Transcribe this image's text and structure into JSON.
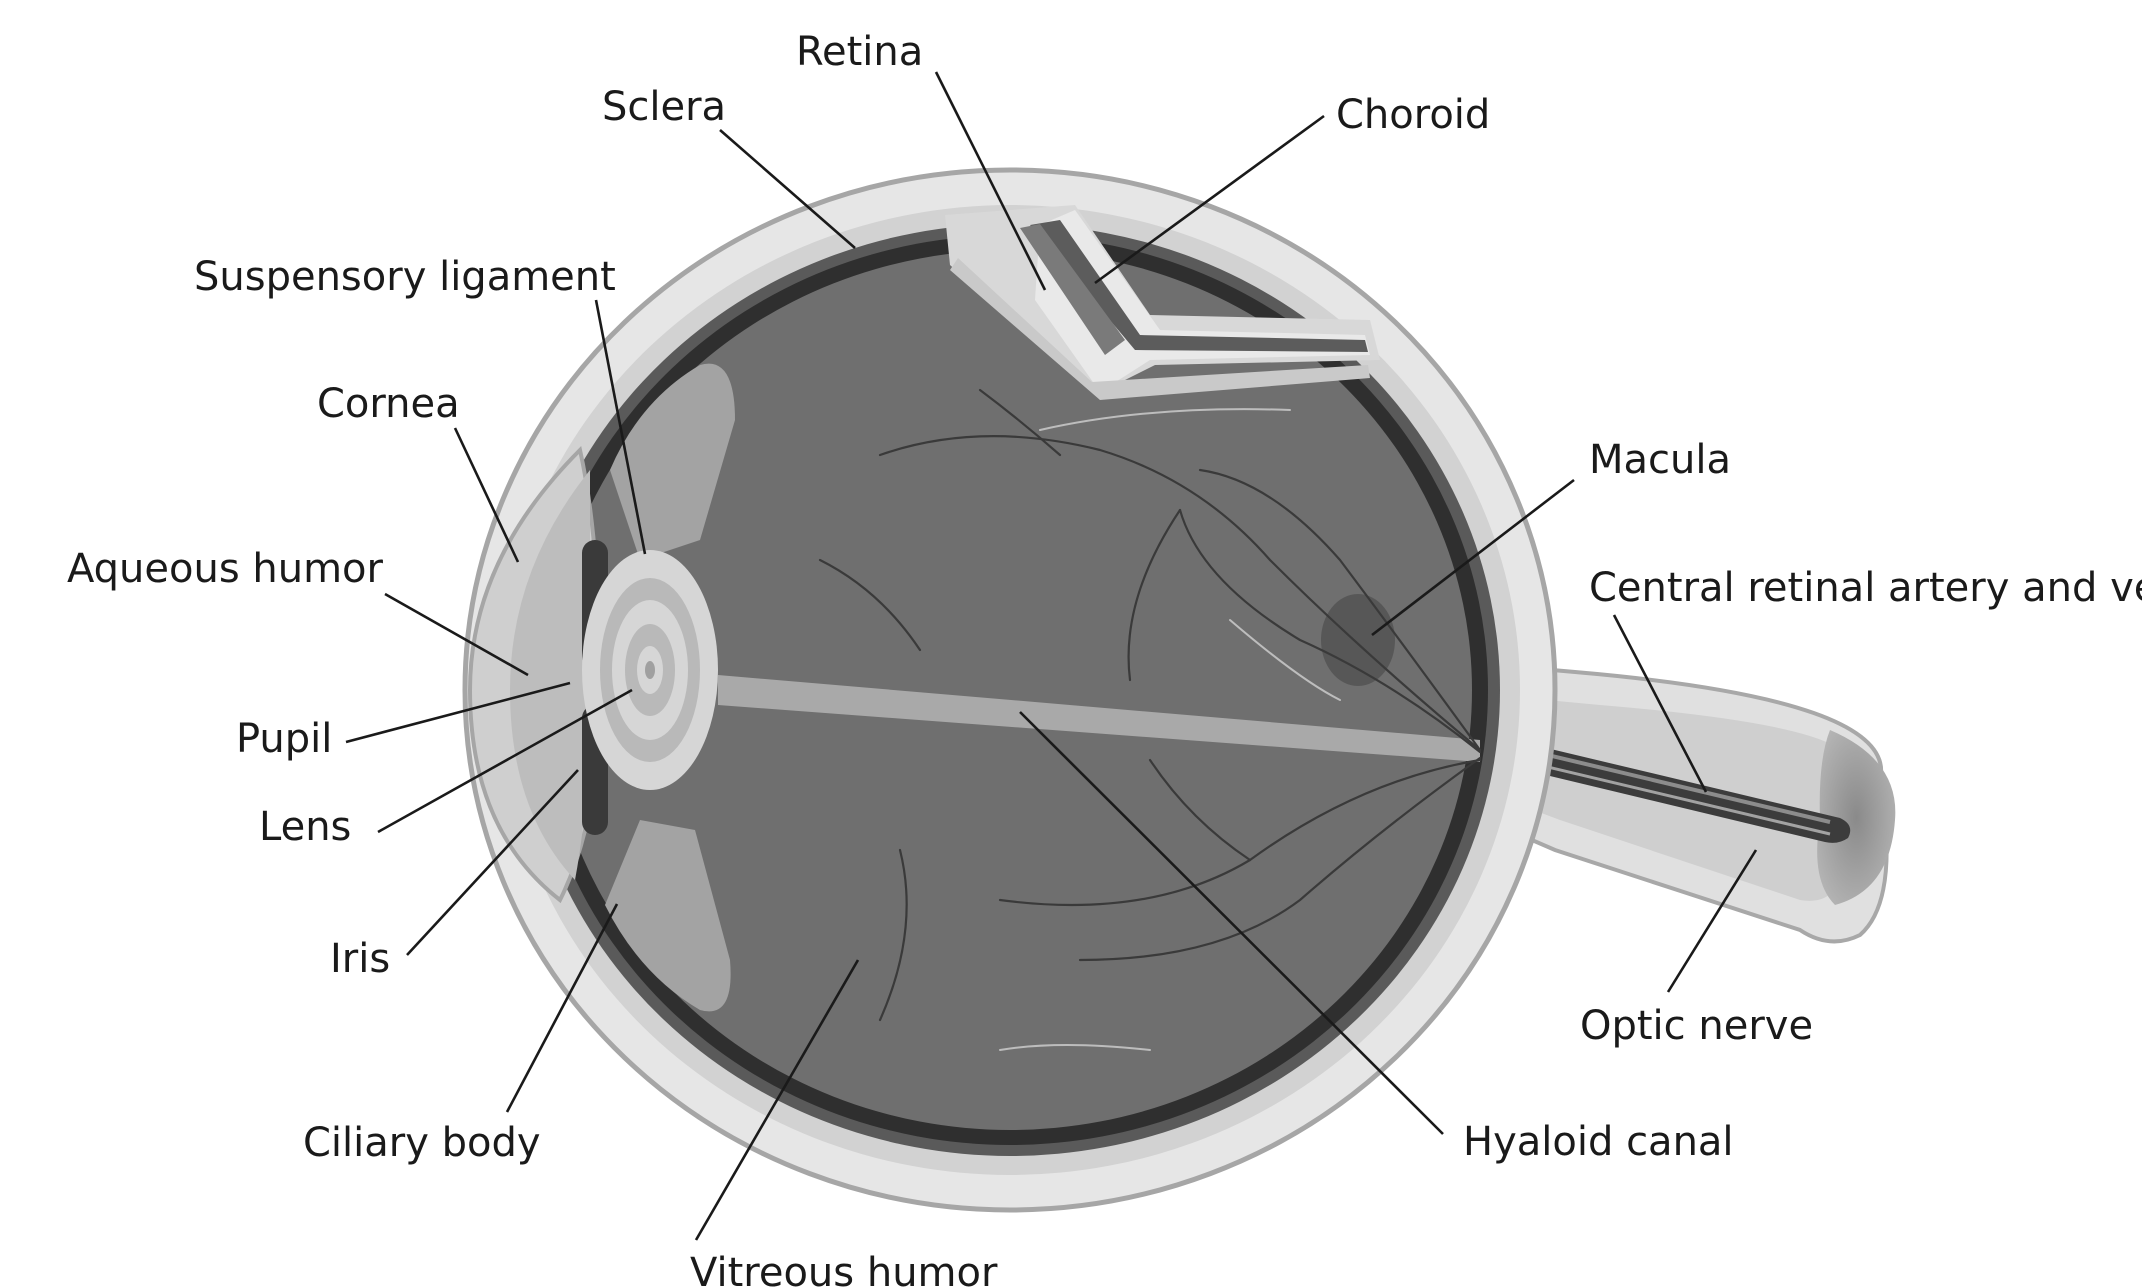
{
  "labels": {
    "retina": "Retina",
    "sclera": "Sclera",
    "choroid": "Choroid",
    "suspensory_ligament": "Suspensory ligament",
    "cornea": "Cornea",
    "aqueous_humor": "Aqueous humor",
    "pupil": "Pupil",
    "lens": "Lens",
    "iris": "Iris",
    "ciliary_body": "Ciliary body",
    "vitreous_humor": "Vitreous humor",
    "macula": "Macula",
    "central_retinal_artery_and_vein": "Central retinal artery and vein",
    "optic_nerve": "Optic nerve",
    "hyaloid_canal": "Hyaloid canal"
  },
  "colors": {
    "background": "#ffffff",
    "sclera_outer": "#e4e4e4",
    "sclera_outline": "#a8a8a8",
    "choroid": "#555555",
    "retina": "#2e2e2e",
    "vitreous": "#6e6e6e",
    "lens": "#d8d8d8",
    "label_text": "#1a1a1a"
  }
}
